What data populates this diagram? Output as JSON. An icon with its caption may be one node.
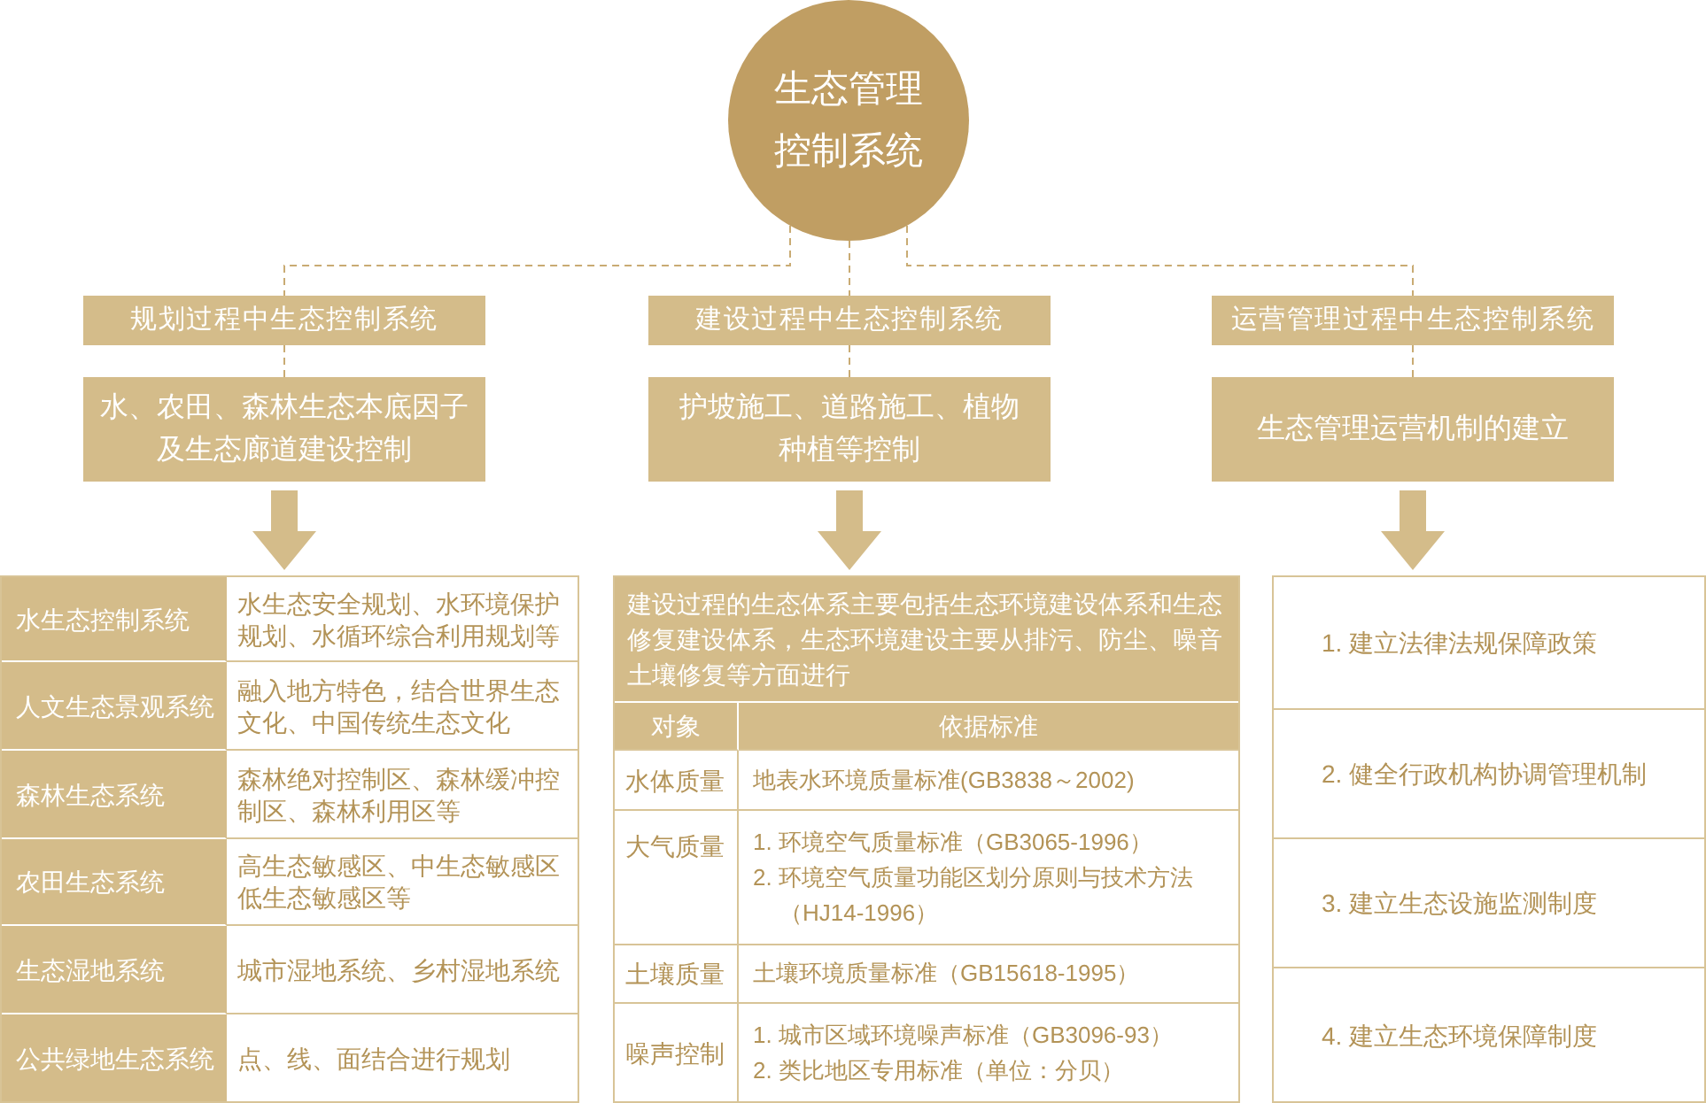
{
  "diagram": {
    "nodes": [
      {
        "text": [
          "生态管理控制系统"
        ]
      },
      {
        "text": [
          "规划过程中生态控制系统"
        ]
      },
      {
        "text": [
          "水、农田、森林生态本底因子及生态廊道建设控制"
        ]
      },
      {
        "text": [
          "水生态控制系统",
          "水生态安全规划、水环境保护规划、水循环综合利用规划等",
          "人文生态景观系统",
          "融入地方特色，结合世界生态文化、中国传统生态文化",
          "森林生态系统",
          "森林绝对控制区、森林缓冲控制区、森林利用区等",
          "农田生态系统",
          "高生态敏感区、中生态敏感区低生态敏感区等",
          "生态湿地系统",
          "城市湿地系统、乡村湿地系统",
          "公共绿地生态系统",
          "点、线、面结合进行规划"
        ]
      },
      {
        "text": [
          "建设过程中生态控制系统"
        ]
      },
      {
        "text": [
          "护坡施工、道路施工、植物种植等控制"
        ]
      },
      {
        "text": [
          "建设过程的生态体系主要包括生态环境建设体系和生态修复建设体系，生态环境建设主要从排污、防尘、噪音土壤修复等方面进行",
          "对象",
          "依据标准",
          "水体质量",
          "地表水环境质量标准(GB3838～2002)",
          "大气质量",
          "1. 环境空气质量标准（GB3065-1996）",
          "2. 环境空气质量功能区划分原则与技术方法（HJ14-1996）",
          "土壤质量",
          "土壤环境质量标准（GB15618-1995）",
          "噪声控制",
          "1. 城市区域环境噪声标准（GB3096-93）",
          "2. 类比地区专用标准（单位：分贝）"
        ]
      },
      {
        "text": [
          "运营管理过程中生态控制系统"
        ]
      },
      {
        "text": [
          "生态管理运营机制的建立"
        ]
      },
      {
        "text": [
          "1. 建立法律法规保障政策",
          "2. 健全行政机构协调管理机制",
          "3. 建立生态设施监测制度",
          "4. 建立生态环境保障制度"
        ]
      }
    ],
    "edges": [
      {
        "from": 0,
        "to": 1,
        "arrow": "none",
        "style": "dashed"
      },
      {
        "from": 1,
        "to": 2,
        "arrow": "none",
        "style": "dashed"
      },
      {
        "from": 2,
        "to": 3,
        "arrow": "to",
        "style": "thick"
      },
      {
        "from": 0,
        "to": 4,
        "arrow": "none",
        "style": "dashed"
      },
      {
        "from": 4,
        "to": 5,
        "arrow": "none",
        "style": "dashed"
      },
      {
        "from": 5,
        "to": 6,
        "arrow": "to",
        "style": "thick"
      },
      {
        "from": 0,
        "to": 7,
        "arrow": "none",
        "style": "dashed"
      },
      {
        "from": 7,
        "to": 8,
        "arrow": "none",
        "style": "dashed"
      },
      {
        "from": 8,
        "to": 9,
        "arrow": "to",
        "style": "thick"
      }
    ]
  }
}
